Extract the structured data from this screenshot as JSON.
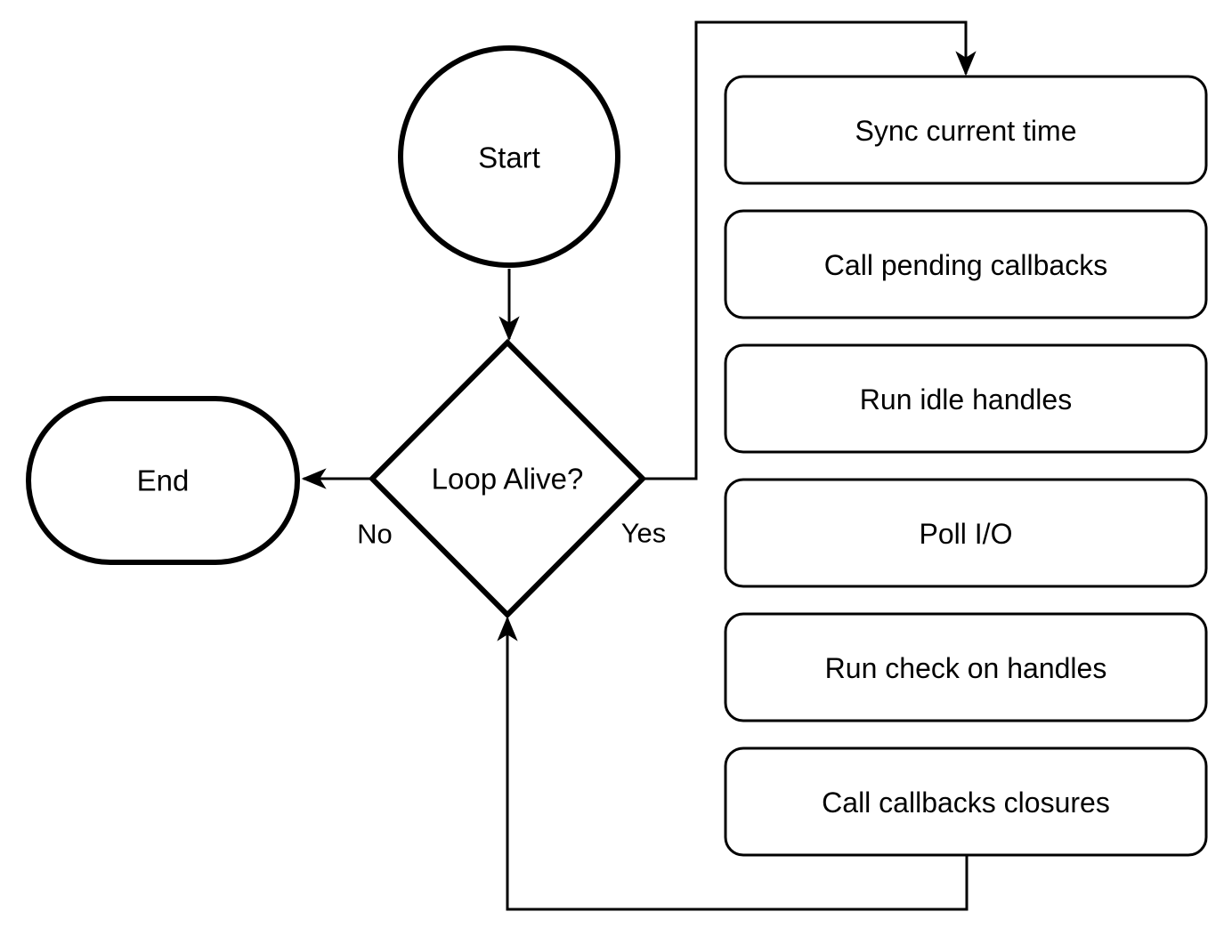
{
  "diagram": {
    "colors": {
      "stroke": "#000000",
      "background": "#ffffff",
      "text": "#000000"
    },
    "nodes": {
      "start": {
        "label": "Start"
      },
      "decision": {
        "label": "Loop Alive?"
      },
      "end": {
        "label": "End"
      },
      "steps": [
        {
          "label": "Sync current time"
        },
        {
          "label": "Call pending callbacks"
        },
        {
          "label": "Run idle handles"
        },
        {
          "label": "Poll I/O"
        },
        {
          "label": "Run check on handles"
        },
        {
          "label": "Call callbacks closures"
        }
      ]
    },
    "edge_labels": {
      "no": "No",
      "yes": "Yes"
    }
  }
}
